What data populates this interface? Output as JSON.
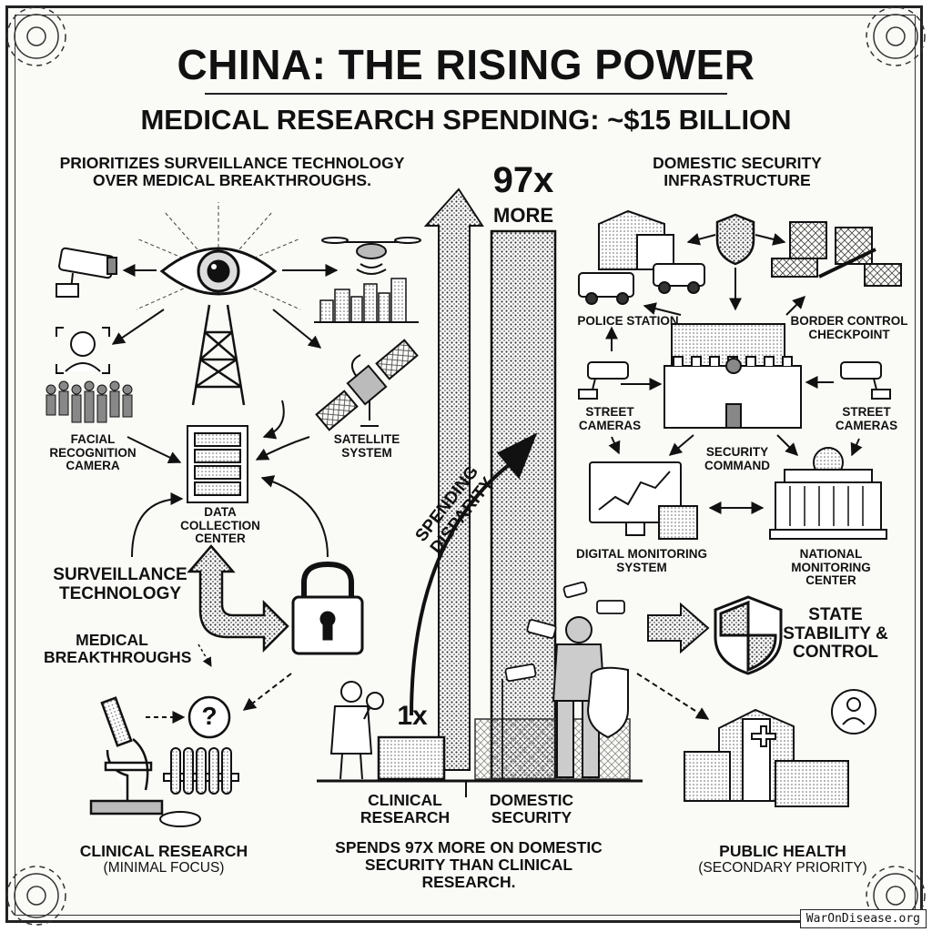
{
  "header": {
    "title": "CHINA: THE RISING POWER",
    "subtitle": "MEDICAL RESEARCH SPENDING: ~$15 BILLION"
  },
  "left": {
    "headline": "PRIORITIZES SURVEILLANCE TECHNOLOGY OVER MEDICAL BREAKTHROUGHS.",
    "facial_recognition": "FACIAL RECOGNITION CAMERA",
    "satellite": "SATELLITE SYSTEM",
    "data_center": "DATA COLLECTION CENTER",
    "surveillance_tech": "SURVEILLANCE TECHNOLOGY",
    "medical_breakthroughs": "MEDICAL BREAKTHROUGHS",
    "clinical_focus_line1": "CLINICAL RESEARCH",
    "clinical_focus_line2": "(MINIMAL FOCUS)",
    "question_mark": "?"
  },
  "center": {
    "multiplier_big": "97x",
    "multiplier_more": "MORE",
    "small_multiplier": "1x",
    "disparity_label": "SPENDING DISPARITY",
    "bar_clinical_label": "CLINICAL RESEARCH",
    "bar_domestic_label": "DOMESTIC SECURITY",
    "caption": "SPENDS 97X MORE ON DOMESTIC SECURITY THAN CLINICAL RESEARCH."
  },
  "right": {
    "headline": "DOMESTIC SECURITY INFRASTRUCTURE",
    "police": "POLICE STATION",
    "border": "BORDER CONTROL CHECKPOINT",
    "street_cameras_left": "STREET CAMERAS",
    "street_cameras_right": "STREET CAMERAS",
    "security_command": "SECURITY COMMAND",
    "digital_monitoring": "DIGITAL MONITORING SYSTEM",
    "national_monitoring": "NATIONAL MONITORING CENTER",
    "state_stability": "STATE STABILITY & CONTROL",
    "public_health_line1": "PUBLIC HEALTH",
    "public_health_line2": "(SECONDARY PRIORITY)"
  },
  "chart_data": {
    "type": "bar",
    "categories": [
      "CLINICAL RESEARCH",
      "DOMESTIC SECURITY"
    ],
    "values": [
      1,
      97
    ]
  },
  "footer": {
    "watermark": "WarOnDisease.org"
  },
  "colors": {
    "ink": "#111111",
    "paper": "#fafaf7",
    "hatch": "#555555"
  }
}
